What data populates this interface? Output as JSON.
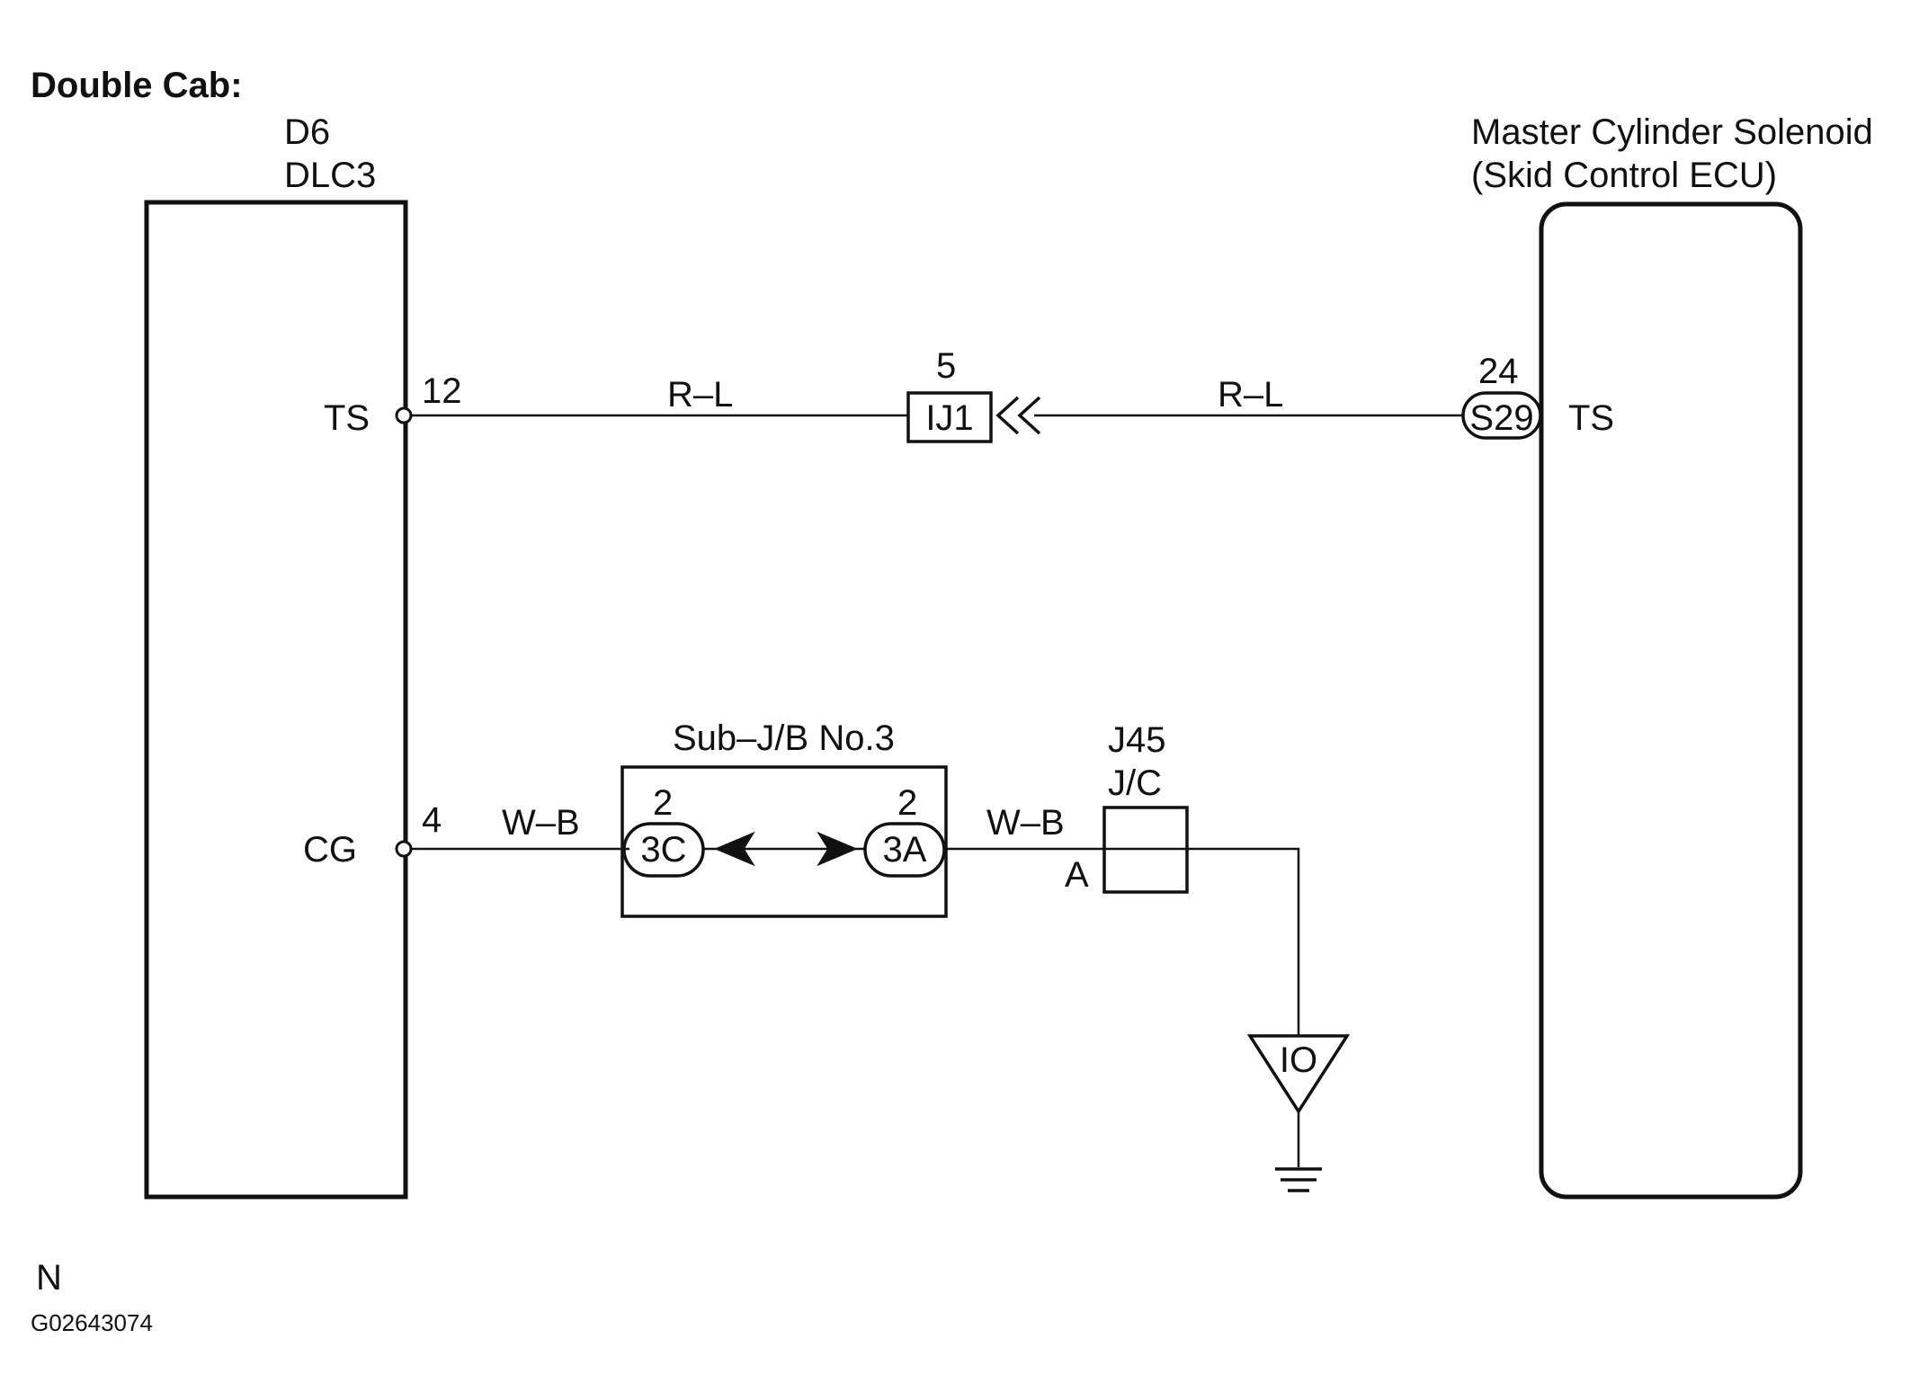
{
  "header": {
    "title": "Double Cab:"
  },
  "components": {
    "dlc3": {
      "ref": "D6",
      "name": "DLC3",
      "pin_ts_label": "TS",
      "pin_cg_label": "CG",
      "pin_ts_number": "12",
      "pin_cg_number": "4"
    },
    "ecu": {
      "name_line1": "Master Cylinder Solenoid",
      "name_line2": "(Skid Control ECU)",
      "pin_ts_label": "TS",
      "pin_ts_number": "24",
      "connector": "S29"
    },
    "ij1": {
      "code": "IJ1",
      "pin": "5"
    },
    "subjb": {
      "title": "Sub–J/B No.3",
      "left_connector": "3C",
      "left_pin": "2",
      "right_connector": "3A",
      "right_pin": "2"
    },
    "j45": {
      "ref": "J45",
      "name": "J/C",
      "terminal": "A"
    },
    "ground": {
      "code": "IO"
    }
  },
  "wires": {
    "ts_left": "R–L",
    "ts_right": "R–L",
    "cg_left": "W–B",
    "cg_right": "W–B"
  },
  "footer": {
    "region": "N",
    "figure_id": "G02643074"
  },
  "colors": {
    "line": "#111111",
    "background": "#ffffff"
  }
}
